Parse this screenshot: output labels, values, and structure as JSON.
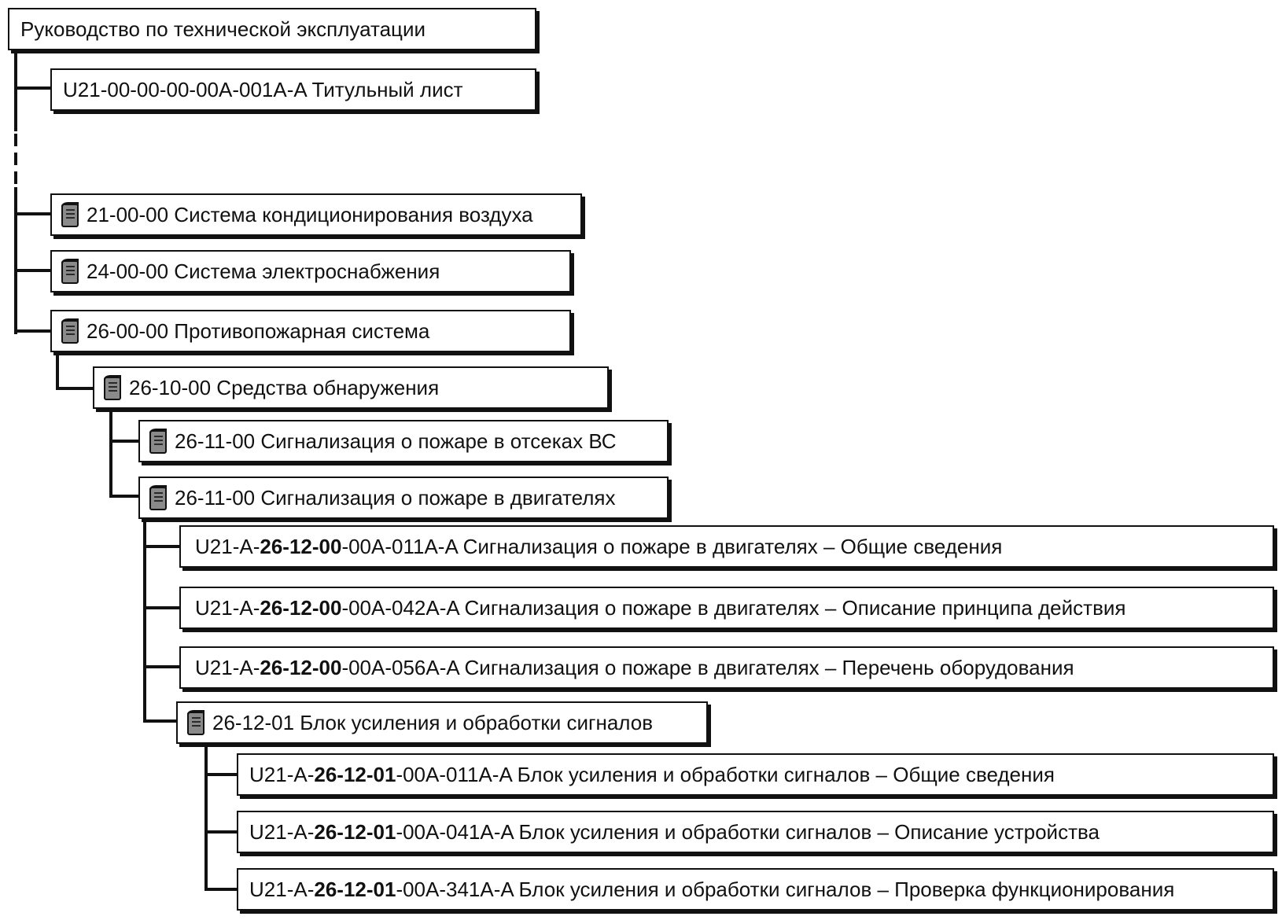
{
  "root": {
    "label": "Руководство по технической эксплуатации"
  },
  "title_page": {
    "label": "U21-00-00-00-00A-001A-A Титульный лист"
  },
  "chapters": [
    {
      "label": "21-00-00 Система кондиционирования воздуха",
      "icon": "book-icon"
    },
    {
      "label": "24-00-00 Система электроснабжения",
      "icon": "book-icon"
    },
    {
      "label": "26-00-00 Противопожарная система",
      "icon": "book-icon"
    }
  ],
  "section_26_10": {
    "label": "26-10-00 Средства обнаружения",
    "icon": "book-icon"
  },
  "subsections": [
    {
      "label": "26-11-00 Сигнализация о пожаре в отсеках ВС",
      "icon": "book-icon"
    },
    {
      "label": "26-11-00 Сигнализация о пожаре в двигателях",
      "icon": "book-icon"
    }
  ],
  "modules_26_12_00": [
    {
      "prefix": "U21-A-",
      "code": "26-12-00",
      "suffix": "-00A-011A-A Сигнализация о пожаре в двигателях – Общие сведения"
    },
    {
      "prefix": "U21-A-",
      "code": "26-12-00",
      "suffix": "-00A-042A-A Сигнализация о пожаре в двигателях – Описание принципа действия"
    },
    {
      "prefix": "U21-A-",
      "code": "26-12-00",
      "suffix": "-00A-056A-A Сигнализация о пожаре в двигателях – Перечень оборудования"
    }
  ],
  "unit_26_12_01": {
    "label": "26-12-01 Блок усиления и обработки сигналов",
    "icon": "book-icon"
  },
  "modules_26_12_01": [
    {
      "prefix": "U21-A-",
      "code": "26-12-01",
      "suffix": "-00A-011A-A Блок усиления и обработки сигналов  – Общие сведения"
    },
    {
      "prefix": "U21-A-",
      "code": "26-12-01",
      "suffix": "-00A-041A-A Блок усиления и обработки сигналов  – Описание устройства"
    },
    {
      "prefix": "U21-A-",
      "code": "26-12-01",
      "suffix": "-00A-341A-A Блок усиления и обработки сигналов  – Проверка функционирования"
    }
  ],
  "colors": {
    "line": "#111111",
    "icon_fill": "#8a8a8a",
    "background": "#ffffff"
  }
}
